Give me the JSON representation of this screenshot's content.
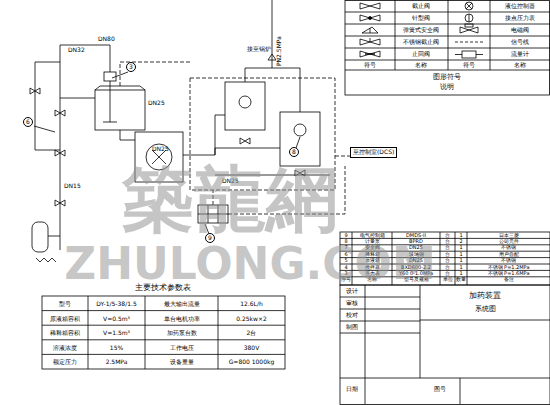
{
  "diagram": {
    "nodes": [
      {
        "text": [
          "至控制室(DCS)"
        ]
      },
      {
        "text": [
          "6"
        ]
      },
      {
        "text": [
          "3"
        ]
      },
      {
        "text": [
          "9"
        ]
      },
      {
        "text": [
          "8"
        ]
      }
    ],
    "labels": [
      "DN80",
      "DN32",
      "DN25",
      "DN25",
      "DN25",
      "DN15",
      "PN2.5MPa",
      "接至锅炉",
      "符号",
      "名称",
      "符号",
      "名称",
      "图形符号",
      "说明",
      "主要技术参数表",
      "型号",
      "DY-1/5-38/1.5",
      "最大输出流量",
      "12.6L/h",
      "原液箱容积",
      "V=0.5m³",
      "单台电机功率",
      "0.25kw×2",
      "稀释箱容积",
      "V=1.5m³",
      "加药泵台数",
      "2台",
      "溶液浓度",
      "15%",
      "工作电压",
      "380V",
      "额定压力",
      "2.5MPa",
      "设备重量",
      "G=800 1000kg",
      "9",
      "电气控制箱",
      "DMDS-II",
      "台",
      "1",
      "日本三菱",
      "8",
      "计量泵",
      "BPRD",
      "台",
      "2",
      "公司元件",
      "7",
      "安全阀",
      "DN25",
      "台",
      "1",
      "不锈钢",
      "6",
      "稀释箱",
      "玻璃钢",
      "台",
      "1",
      "用户自配",
      "5",
      "原液箱",
      "DN25",
      "台",
      "1",
      "不锈钢",
      "4",
      "搅拌器",
      "BXD600-2.2",
      "台",
      "1",
      "不锈钢 P=1.2MPa",
      "3",
      "压力表",
      "Y60 0-1.0MPa",
      "台",
      "1",
      "不锈钢 P=1.6MPa",
      "序号",
      "名称",
      "型号及规格",
      "单位",
      "数量",
      "备注",
      "设计",
      "加药装置",
      "系统图",
      "审核",
      "校对",
      "制图",
      "日期",
      "图号",
      "築龍網",
      "ZHULONG.COM"
    ],
    "legend": [
      {
        "text": "截止阀"
      },
      {
        "text": "液位控制器"
      },
      {
        "text": "针型阀"
      },
      {
        "text": "接点压力表"
      },
      {
        "text": "弹簧式安全阀"
      },
      {
        "text": "电磁阀"
      },
      {
        "text": "不锈钢截止阀"
      },
      {
        "text": "信号线"
      },
      {
        "text": "止回阀"
      },
      {
        "text": "流量计"
      }
    ]
  }
}
